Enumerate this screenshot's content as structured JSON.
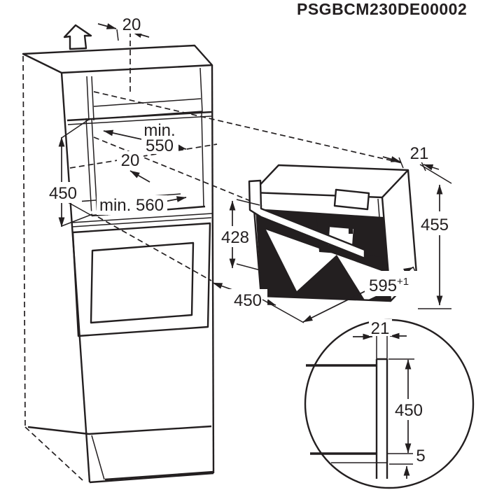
{
  "title": "PSGBCM230DE00002",
  "colors": {
    "line": "#231f20",
    "background": "#ffffff"
  },
  "cabinet": {
    "top_clearance": "20",
    "niche_width_min": "min.",
    "niche_width": "550",
    "rear_gap": "20",
    "niche_height": "450",
    "niche_depth": "min. 560"
  },
  "appliance": {
    "overhang": "21",
    "front_height": "428",
    "height": "455",
    "depth": "450",
    "width": "595",
    "width_tol": "+1"
  },
  "detail": {
    "overhang": "21",
    "panel_height": "450",
    "bottom_gap": "5"
  }
}
